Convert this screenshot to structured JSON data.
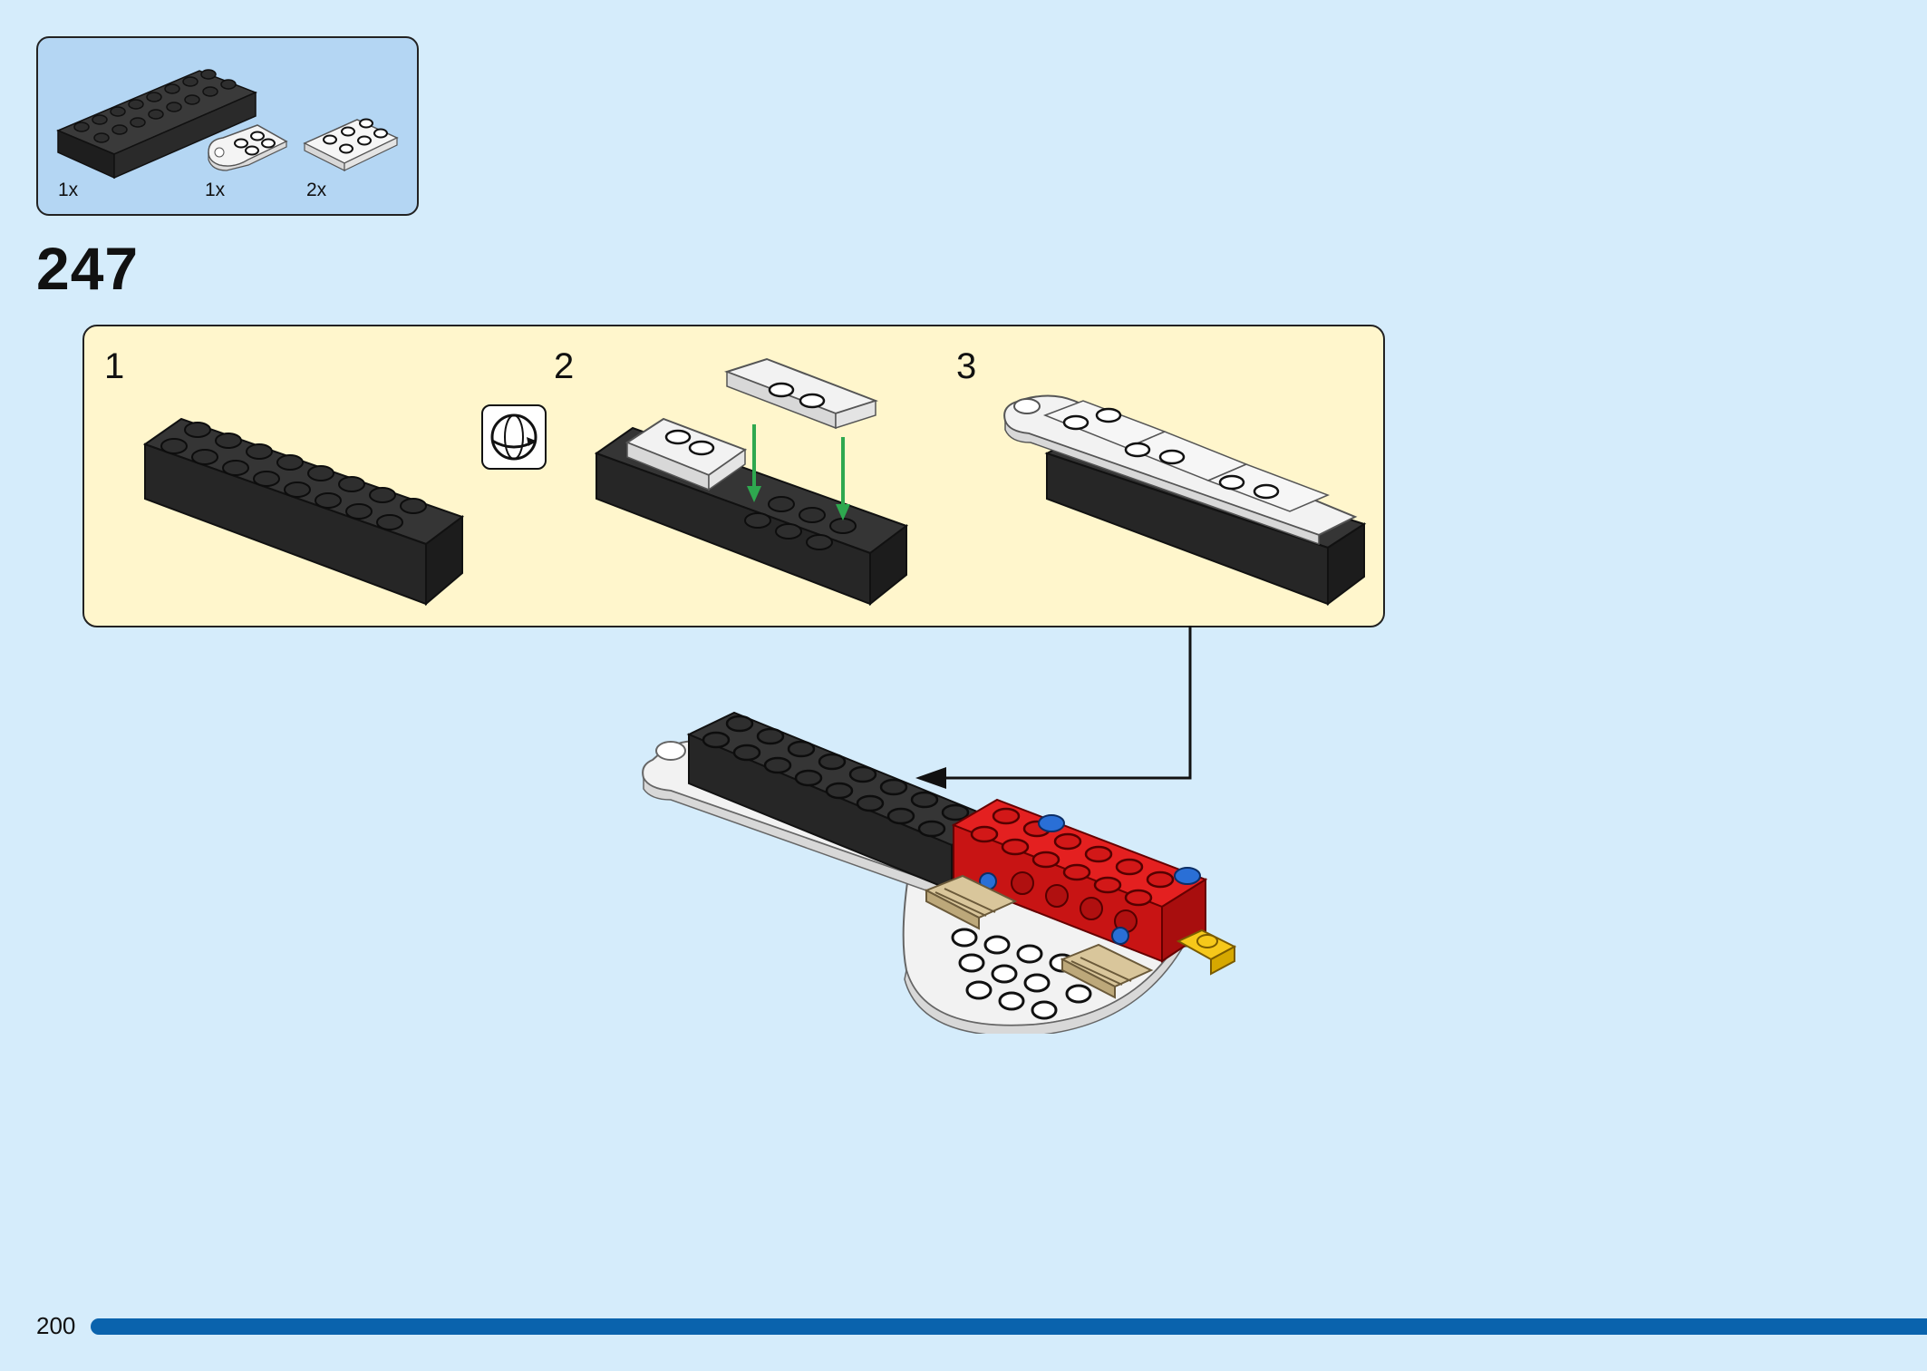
{
  "parts_list": {
    "items": [
      {
        "part": "black-brick-2x8-icon",
        "qty": "1x"
      },
      {
        "part": "white-plate-rounded-icon",
        "qty": "1x"
      },
      {
        "part": "white-plate-2x2-icon",
        "qty": "2x"
      }
    ]
  },
  "step": {
    "number": "247"
  },
  "substeps": [
    {
      "number": "1"
    },
    {
      "number": "2"
    },
    {
      "number": "3"
    }
  ],
  "icons": {
    "rotate": "rotate-model-icon",
    "arrow": "attach-arrow-icon"
  },
  "colors": {
    "background": "#d5ecfb",
    "parts_box": "#b4d6f3",
    "substep_panel": "#fff6cc",
    "page_bar": "#0a63ad",
    "brick_black": "#2a2a2a",
    "brick_red": "#d81818",
    "plate_white": "#f2f2f2",
    "guide_green": "#2ea84f"
  },
  "footer": {
    "page_number": "200"
  }
}
